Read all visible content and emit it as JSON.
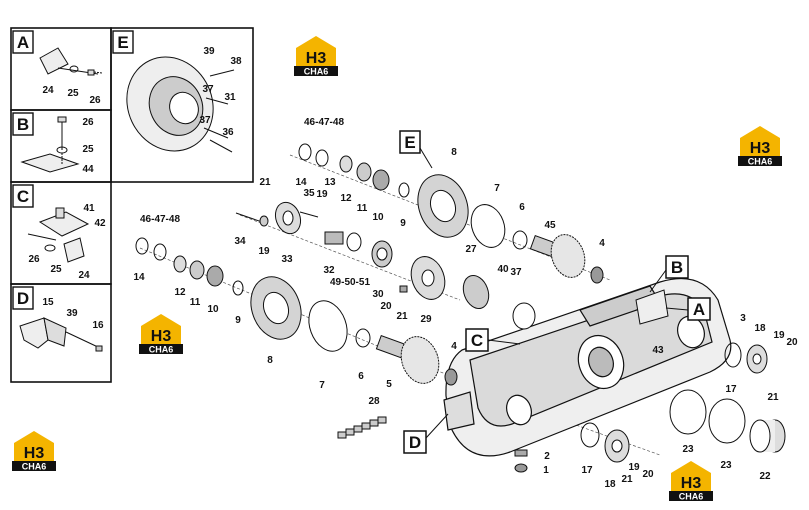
{
  "panels": {
    "A": {
      "letter": "A",
      "parts": [
        "24",
        "25",
        "26"
      ]
    },
    "B": {
      "letter": "B",
      "parts": [
        "26",
        "25",
        "44"
      ]
    },
    "C": {
      "letter": "C",
      "parts": [
        "41",
        "42",
        "26",
        "25",
        "24"
      ]
    },
    "D": {
      "letter": "D",
      "parts": [
        "15",
        "39",
        "16"
      ]
    },
    "E": {
      "letter": "E",
      "parts": [
        "39",
        "38",
        "37",
        "31",
        "37",
        "36"
      ]
    }
  },
  "callouts": {
    "A": "A",
    "B": "B",
    "C": "C",
    "D": "D",
    "E": "E"
  },
  "logo": {
    "mark": "H3",
    "word": "CHA6",
    "accent": "#f4b400"
  },
  "labels": {
    "l_464748_top": "46-47-48",
    "l_14_top": "14",
    "l_13_top": "13",
    "l_12_top": "12",
    "l_11_top": "11",
    "l_10_top": "10",
    "l_9_top": "9",
    "l_8_top": "8",
    "l_7_top": "7",
    "l_6_top": "6",
    "l_45": "45",
    "l_4_top": "4",
    "l_21_a": "21",
    "l_35": "35",
    "l_19_a": "19",
    "l_34": "34",
    "l_19_b": "19",
    "l_33": "33",
    "l_32": "32",
    "l_495051": "49-50-51",
    "l_30": "30",
    "l_20_a": "20",
    "l_21_b": "21",
    "l_29": "29",
    "l_27": "27",
    "l_40": "40",
    "l_37_main": "37",
    "l_464748_left": "46-47-48",
    "l_14_left": "14",
    "l_12_left": "12",
    "l_11_left": "11",
    "l_10_left": "10",
    "l_9_left": "9",
    "l_8_left": "8",
    "l_7_left": "7",
    "l_6_left": "6",
    "l_5_left": "5",
    "l_4_left": "4",
    "l_3": "3",
    "l_43": "43",
    "l_18_r": "18",
    "l_19_r": "19",
    "l_20_r": "20",
    "l_17_r": "17",
    "l_21_r": "21",
    "l_23_a": "23",
    "l_23_b": "23",
    "l_22": "22",
    "l_28": "28",
    "l_2": "2",
    "l_1": "1",
    "l_17_b": "17",
    "l_18_b": "18",
    "l_21_c": "21",
    "l_19_c": "19",
    "l_20_b": "20"
  }
}
